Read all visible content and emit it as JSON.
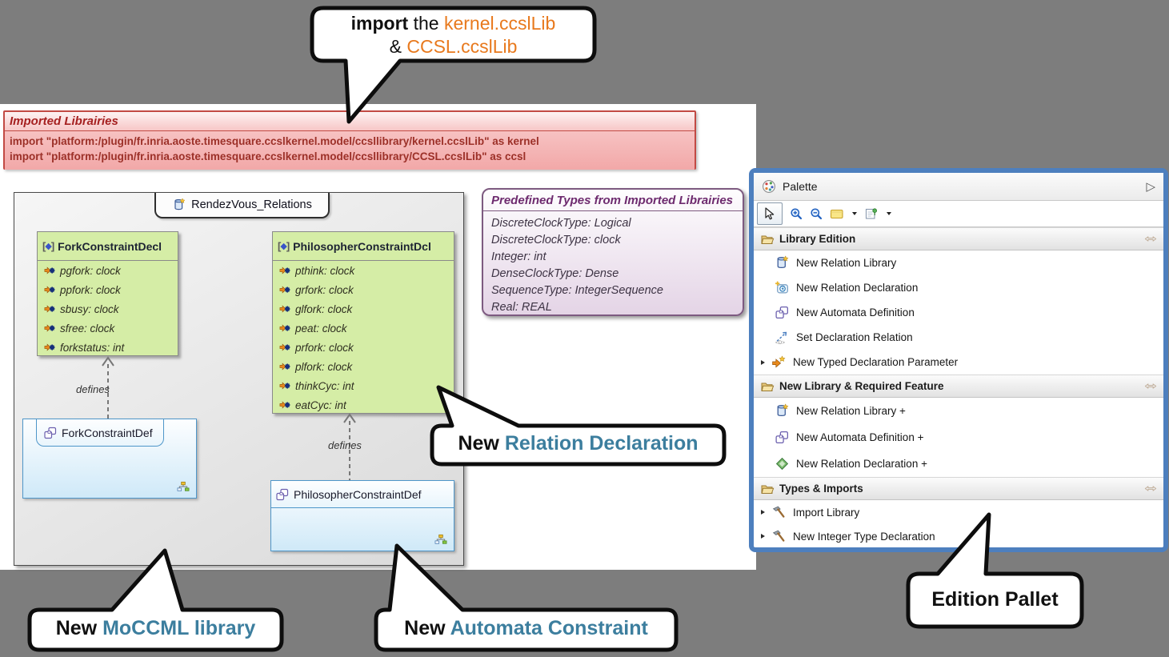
{
  "callouts": {
    "import_note": {
      "bold": "import",
      "mid": " the ",
      "lib1": "kernel.ccslLib",
      "line2_prefix": "& ",
      "lib2": "CCSL.ccslLib"
    },
    "relation_declaration": {
      "prefix": "New ",
      "emphasis": "Relation Declaration"
    },
    "moccml_library": {
      "prefix": "New ",
      "emphasis": "MoCCML library"
    },
    "automata_constraint": {
      "prefix": "New ",
      "emphasis": "Automata Constraint"
    },
    "edition_pallet": {
      "label": "Edition Pallet"
    }
  },
  "imported_libraries": {
    "title": "Imported Librairies",
    "imports": [
      "import \"platform:/plugin/fr.inria.aoste.timesquare.ccslkernel.model/ccsllibrary/kernel.ccslLib\" as kernel",
      "import \"platform:/plugin/fr.inria.aoste.timesquare.ccslkernel.model/ccsllibrary/CCSL.ccslLib\" as ccsl"
    ]
  },
  "diagram": {
    "package_name": "RendezVous_Relations",
    "edge_label": "defines",
    "fork_decl": {
      "title": "ForkConstraintDecl",
      "attributes": [
        "pgfork: clock",
        "ppfork: clock",
        "sbusy: clock",
        "sfree: clock",
        "forkstatus: int"
      ]
    },
    "philosopher_decl": {
      "title": "PhilosopherConstraintDcl",
      "attributes": [
        "pthink: clock",
        "grfork: clock",
        "glfork: clock",
        "peat: clock",
        "prfork: clock",
        "plfork: clock",
        "thinkCyc: int",
        "eatCyc: int"
      ]
    },
    "fork_def": {
      "title": "ForkConstraintDef"
    },
    "philosopher_def": {
      "title": "PhilosopherConstraintDef"
    }
  },
  "predefined_types": {
    "title": "Predefined Types from Imported Librairies",
    "items": [
      "DiscreteClockType: Logical",
      "DiscreteClockType: clock",
      "Integer: int",
      "DenseClockType: Dense",
      "SequenceType: IntegerSequence",
      "Real: REAL"
    ]
  },
  "palette": {
    "title": "Palette",
    "sections": [
      {
        "label": "Library Edition",
        "items": [
          {
            "label": "New Relation Library"
          },
          {
            "label": "New Relation Declaration"
          },
          {
            "label": "New Automata Definition"
          },
          {
            "label": "Set Declaration Relation"
          },
          {
            "label": "New Typed Declaration Parameter"
          }
        ]
      },
      {
        "label": "New Library & Required Feature",
        "items": [
          {
            "label": "New Relation Library +"
          },
          {
            "label": "New Automata Definition +"
          },
          {
            "label": "New Relation Declaration +"
          }
        ]
      },
      {
        "label": "Types & Imports",
        "items": [
          {
            "label": "Import Library"
          },
          {
            "label": "New Integer Type Declaration"
          }
        ]
      }
    ]
  },
  "colors": {
    "accent_teal": "#3c7e9e",
    "accent_orange": "#e8791d",
    "palette_border": "#4d7fbe",
    "banner_red": "#c24a44"
  }
}
